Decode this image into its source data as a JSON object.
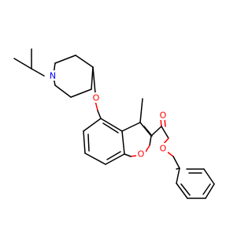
{
  "molecule": {
    "atoms": {
      "nitrogen": {
        "label": "N"
      },
      "ether_oxygen": {
        "label": "O"
      },
      "carbonyl_oxygen": {
        "label": "O"
      },
      "ring_oxygen": {
        "label": "O"
      },
      "ester_oxygen": {
        "label": "O"
      }
    }
  },
  "colors": {
    "oxygen": "#ff0000",
    "nitrogen": "#0000ff",
    "carbon_bond": "#000000",
    "background": "#ffffff"
  }
}
